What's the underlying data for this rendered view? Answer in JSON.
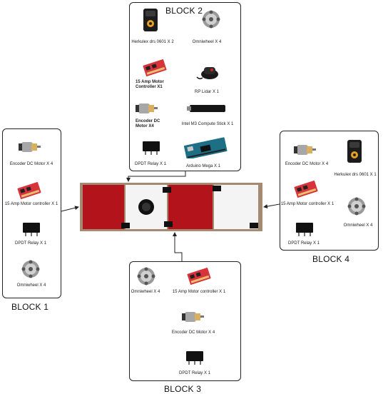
{
  "blocks": {
    "block2": {
      "label": "BLOCK 2",
      "items": {
        "herkulex": "Herkulex drs 0601 X 2",
        "omniwheel": "Omniwheel X 4",
        "motor_controller": "15 Amp Motor Controller X1",
        "lidar": "RP Lidar X 1",
        "encoder_motor": "Encoder DC Motor X4",
        "compute_stick": "Intel M3 Compute Stick X 1",
        "relay": "DPDT Relay X 1",
        "arduino": "Arduino Mega X 1"
      }
    },
    "block1": {
      "label": "BLOCK 1",
      "items": {
        "encoder_motor": "Encoder DC Motor X 4",
        "motor_controller": "15 Amp Motor controller X 1",
        "relay": "DPDT Relay X 1",
        "omniwheel": "Omniwheel X 4"
      }
    },
    "block4": {
      "label": "BLOCK 4",
      "items": {
        "encoder_motor": "Encoder DC Motor X 4",
        "herkulex": "Herkulex drs 0601 X 1",
        "motor_controller": "15 Amp Motor controller X 1",
        "omniwheel": "Omniwheel X 4",
        "relay": "DPDT Relay X 1"
      }
    },
    "block3": {
      "label": "BLOCK 3",
      "items": {
        "omniwheel": "Omniwheel X 4",
        "motor_controller": "15 Amp Motor controller X 1",
        "encoder_motor": "Encoder DC Motor X 4",
        "relay": "DPDT Relay X 1"
      }
    }
  },
  "colors": {
    "red_tile": "#b3141c",
    "white_tile": "#f4f4f4",
    "frame": "#a48a73",
    "border": "#222222"
  }
}
